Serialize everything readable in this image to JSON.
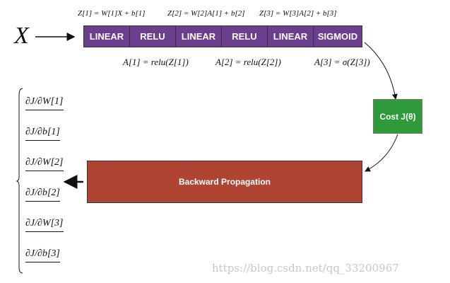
{
  "input_label": "X",
  "forward_blocks": [
    "LINEAR",
    "RELU",
    "LINEAR",
    "RELU",
    "LINEAR",
    "SIGMOID"
  ],
  "z_formulas": [
    "Z[1] = W[1]X + b[1]",
    "Z[2] = W[2]A[1] + b[2]",
    "Z[3] = W[3]A[2] + b[3]"
  ],
  "a_formulas": [
    "A[1] = relu(Z[1])",
    "A[2] = relu(Z[2])",
    "A[3] = σ(Z[3])"
  ],
  "cost_label": "Cost J(θ)",
  "backward_label": "Backward Propagation",
  "gradients": [
    "∂J/∂W[1]",
    "∂J/∂b[1]",
    "∂J/∂W[2]",
    "∂J/∂b[2]",
    "∂J/∂W[3]",
    "∂J/∂b[3]"
  ],
  "watermark": "https://blog.csdn.net/qq_33200967",
  "colors": {
    "forward": "#6b3f8e",
    "cost": "#2e9a3a",
    "backward": "#b04432"
  }
}
